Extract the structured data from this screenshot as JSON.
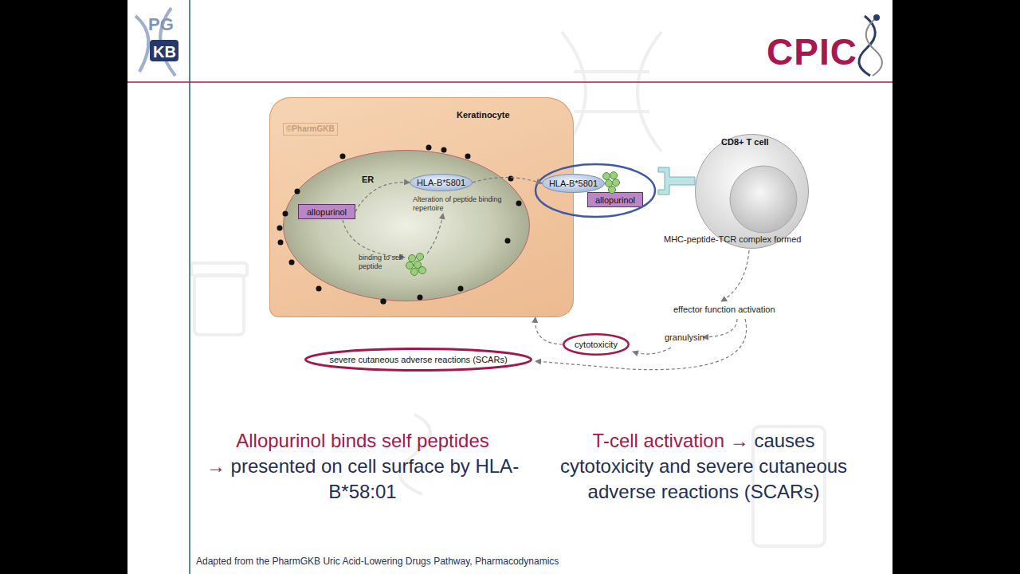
{
  "diagram": {
    "nodes": [
      {
        "text": [
          "Keratinocyte"
        ]
      },
      {
        "text": [
          "ER"
        ],
        "in": 0
      },
      {
        "text": [
          "HLA-B*5801"
        ],
        "in": 1
      },
      {
        "text": [
          "allopurinol"
        ],
        "in": 1
      },
      {
        "text": [
          "HLA-B*5801"
        ]
      },
      {
        "text": [
          "allopurinol"
        ]
      },
      {
        "text": [
          "CD8+ T cell"
        ]
      },
      {
        "text": [
          "cytotoxicity"
        ]
      },
      {
        "text": [
          "severe cutaneous adverse reactions (SCARs)"
        ]
      }
    ],
    "edges": [
      {
        "from": 3,
        "to": 2,
        "arrow": "to"
      },
      {
        "from": 2,
        "to": 4,
        "arrow": "to"
      },
      {
        "from": 7,
        "to": 0,
        "arrow": "to"
      }
    ],
    "labels": [
      "PG",
      "KB",
      "CPIC",
      "©PharmGKB",
      "Alteration of peptide binding repertoire",
      "binding to self peptide",
      "MHC-peptide-TCR complex formed",
      "effector function activation",
      "granulysin",
      "Allopurinol binds self peptides →",
      "presented on cell surface by HLA-B*58:01",
      "T-cell activation →",
      "causes cytotoxicity and severe cutaneous adverse reactions (SCARs)",
      "Adapted from the PharmGKB Uric Acid-Lowering Drugs Pathway, Pharmacodynamics"
    ]
  }
}
